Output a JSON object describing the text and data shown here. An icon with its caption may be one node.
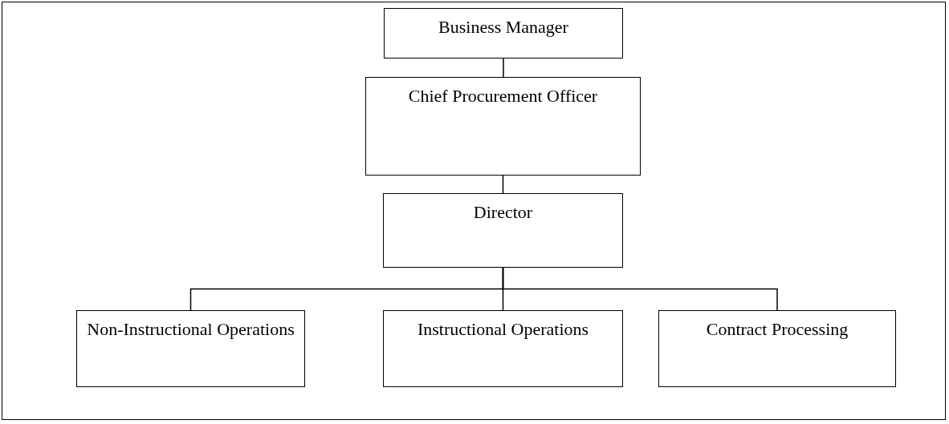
{
  "diagram": {
    "nodes": [
      {
        "text": [
          "Business Manager"
        ]
      },
      {
        "text": [
          "Chief Procurement Officer"
        ]
      },
      {
        "text": [
          "Director"
        ]
      },
      {
        "text": [
          "Non-Instructional Operations"
        ]
      },
      {
        "text": [
          "Instructional Operations"
        ]
      },
      {
        "text": [
          "Contract Processing"
        ]
      }
    ],
    "edges": [
      {
        "from": 0,
        "to": 1,
        "arrow": "none"
      },
      {
        "from": 1,
        "to": 2,
        "arrow": "none"
      },
      {
        "from": 2,
        "to": 3,
        "arrow": "none"
      },
      {
        "from": 2,
        "to": 4,
        "arrow": "none"
      },
      {
        "from": 2,
        "to": 5,
        "arrow": "none"
      }
    ]
  }
}
